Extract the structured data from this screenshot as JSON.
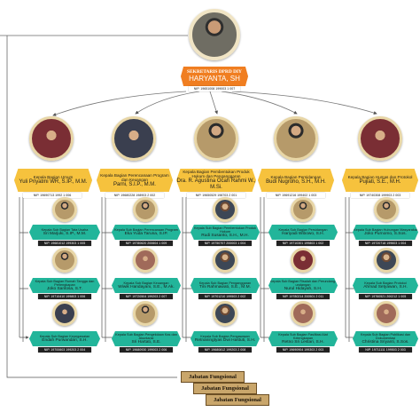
{
  "top": {
    "title": "SEKRETARIS DPRD DIY",
    "name": "HARYANTA, SH",
    "nip": "NIP. 19651008 199003 1 007"
  },
  "heads": [
    {
      "title": "Kepala Bagian Umum",
      "name": "Yuli Priyatmi WR, S.IP., M.M.",
      "nip": "NIP. 19690713 1992 1 006"
    },
    {
      "title": "Kepala Bagian Perencanaan Program dan Keuangan",
      "name": "Parni, S.I.P., M.M.",
      "nip": "NIP. 19680228 198903 2 002"
    },
    {
      "title": "Kepala Bagian Pembentukan Produk Hukum dan Penganggaran",
      "name": "Dra. R. Agustina Ocah Rahmi W., M.Si.",
      "nip": "NIP. 19650529 198703 2 001"
    },
    {
      "title": "Kepala Bagian Persidangan",
      "name": "Budi Nugroho, S.H., M.H.",
      "nip": "NIP. 19691216 199402 1 003"
    },
    {
      "title": "Kepala Bagian Humas dan Protokol",
      "name": "Pujiati, S.E., M.H.",
      "nip": "NIP. 19740308 199903 2 003"
    }
  ],
  "subs": [
    [
      {
        "title": "Kepala Sub Bagian Tata Usaha",
        "name": "Sri Marjuki, S.IP., M.M.",
        "nip": "NIP. 19681012 199303 1 005"
      },
      {
        "title": "Kepala Sub Bagian Rumah Tangga dan Perlengkapan",
        "name": "Joko Santosa, S.T.",
        "nip": "NIP. 19710410 199803 1 006"
      },
      {
        "title": "Kepala Sub Bagian Kepegawaian",
        "name": "Endah Purwandari, S.H.",
        "nip": "NIP. 19700603 199203 2 004"
      }
    ],
    [
      {
        "title": "Kepala Sub Bagian Perencanaan Program",
        "name": "Eka Yuda Taruna, S.IP.",
        "nip": "NIP. 19780620 200604 1 009"
      },
      {
        "title": "Kepala Sub Bagian Keuangan",
        "name": "Wiwik Handayani, S.E., M.Ak.",
        "nip": "NIP. 19720504 199203 2 007"
      },
      {
        "title": "Kepala Sub Bagian Pengelolaan Kas dan Akuntansi",
        "name": "Sri Hartati, S.E.",
        "nip": "NIP. 19680930 199003 2 006"
      }
    ],
    [
      {
        "title": "Kepala Sub Bagian Pembentukan Produk Hukum",
        "name": "Rudi Susanto, S.H., M.H.",
        "nip": "NIP. 19750707 200003 1 004"
      },
      {
        "title": "Kepala Sub Bagian Penganggaran",
        "name": "Tini Rahmawati, S.E., M.M.",
        "nip": "NIP. 19701210 199503 2 002"
      },
      {
        "title": "Kepala Sub Bagian Pengawasan",
        "name": "Retnaningtyas Dwi Hastuti, S.H.",
        "nip": "NIP. 19680812 199203 2 008"
      }
    ],
    [
      {
        "title": "Kepala Sub Bagian Persidangan",
        "name": "Hariyadi Wibowo, S.H.",
        "nip": "NIP. 19710301 199803 1 002"
      },
      {
        "title": "Kepala Sub Bagian Risalah dan Perundang-undangan",
        "name": "Nurul Hidayah, S.H.",
        "nip": "NIP. 19780214 200501 2 011"
      },
      {
        "title": "Kepala Sub Bagian Fasilitasi Alat Kelengkapan",
        "name": "Retno Sri Lestari, S.H.",
        "nip": "NIP. 19690904 199303 2 003"
      }
    ],
    [
      {
        "title": "Kepala Sub Bagian Hubungan Masyarakat",
        "name": "Joko Purnomo, S.Sos.",
        "nip": "NIP. 19720718 199603 1 004"
      },
      {
        "title": "Kepala Sub Bagian Protokol",
        "name": "Ahmad Setyawan, S.H.",
        "nip": "NIP. 19760521 200212 1 005"
      },
      {
        "title": "Kepala Sub Bagian Publikasi dan Dokumentasi",
        "name": "Christina Sriyanti, S.Sos.",
        "nip": "NIP. 19711111 199503 2 003"
      }
    ]
  ],
  "fungsional": [
    "Jabatan Fungsional",
    "Jabatan Fungsional",
    "Jabatan Fungsional"
  ],
  "colors": {
    "orange": "#f07e21",
    "yellow": "#f6c23d",
    "teal": "#22b59a",
    "frame": "#e8d6a6",
    "fungsional": "#c9a66b"
  }
}
